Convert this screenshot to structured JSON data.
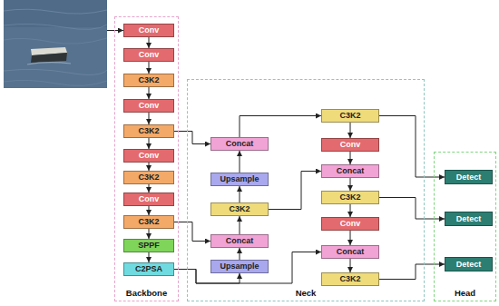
{
  "diagram": {
    "nodes": [
      {
        "text": [
          "Backbone"
        ]
      },
      {
        "text": [
          "Conv"
        ],
        "in": 0
      },
      {
        "text": [
          "Conv"
        ],
        "in": 0
      },
      {
        "text": [
          "C3K2"
        ],
        "in": 0
      },
      {
        "text": [
          "Conv"
        ],
        "in": 0
      },
      {
        "text": [
          "C3K2"
        ],
        "in": 0
      },
      {
        "text": [
          "Conv"
        ],
        "in": 0
      },
      {
        "text": [
          "C3K2"
        ],
        "in": 0
      },
      {
        "text": [
          "Conv"
        ],
        "in": 0
      },
      {
        "text": [
          "C3K2"
        ],
        "in": 0
      },
      {
        "text": [
          "SPPF"
        ],
        "in": 0
      },
      {
        "text": [
          "C2PSA"
        ],
        "in": 0
      },
      {
        "text": [
          "Neck"
        ]
      },
      {
        "text": [
          "Concat"
        ],
        "in": 12
      },
      {
        "text": [
          "Upsample"
        ],
        "in": 12
      },
      {
        "text": [
          "C3K2"
        ],
        "in": 12
      },
      {
        "text": [
          "Concat"
        ],
        "in": 12
      },
      {
        "text": [
          "Upsample"
        ],
        "in": 12
      },
      {
        "text": [
          "C3K2"
        ],
        "in": 12
      },
      {
        "text": [
          "Conv"
        ],
        "in": 12
      },
      {
        "text": [
          "Concat"
        ],
        "in": 12
      },
      {
        "text": [
          "C3K2"
        ],
        "in": 12
      },
      {
        "text": [
          "Conv"
        ],
        "in": 12
      },
      {
        "text": [
          "Concat"
        ],
        "in": 12
      },
      {
        "text": [
          "C3K2"
        ],
        "in": 12
      },
      {
        "text": [
          "Head"
        ]
      },
      {
        "text": [
          "Detect"
        ],
        "in": 25
      },
      {
        "text": [
          "Detect"
        ],
        "in": 25
      },
      {
        "text": [
          "Detect"
        ],
        "in": 25
      }
    ],
    "edges": [
      {
        "from": 1,
        "to": 2,
        "arrow": "to"
      },
      {
        "from": 2,
        "to": 3,
        "arrow": "to"
      },
      {
        "from": 3,
        "to": 4,
        "arrow": "to"
      },
      {
        "from": 4,
        "to": 5,
        "arrow": "to"
      },
      {
        "from": 5,
        "to": 6,
        "arrow": "to"
      },
      {
        "from": 6,
        "to": 7,
        "arrow": "to"
      },
      {
        "from": 7,
        "to": 8,
        "arrow": "to"
      },
      {
        "from": 8,
        "to": 9,
        "arrow": "to"
      },
      {
        "from": 9,
        "to": 10,
        "arrow": "to"
      },
      {
        "from": 10,
        "to": 11,
        "arrow": "to"
      },
      {
        "from": 5,
        "to": 13,
        "arrow": "to"
      },
      {
        "from": 9,
        "to": 16,
        "arrow": "to"
      },
      {
        "from": 11,
        "to": 17,
        "arrow": "to"
      },
      {
        "from": 11,
        "to": 23,
        "arrow": "to"
      },
      {
        "from": 17,
        "to": 16,
        "arrow": "to"
      },
      {
        "from": 16,
        "to": 15,
        "arrow": "to"
      },
      {
        "from": 15,
        "to": 14,
        "arrow": "to"
      },
      {
        "from": 14,
        "to": 13,
        "arrow": "to"
      },
      {
        "from": 13,
        "to": 18,
        "arrow": "to"
      },
      {
        "from": 18,
        "to": 19,
        "arrow": "to"
      },
      {
        "from": 18,
        "to": 26,
        "arrow": "to"
      },
      {
        "from": 19,
        "to": 20,
        "arrow": "to"
      },
      {
        "from": 15,
        "to": 20,
        "arrow": "to"
      },
      {
        "from": 20,
        "to": 21,
        "arrow": "to"
      },
      {
        "from": 21,
        "to": 27,
        "arrow": "to"
      },
      {
        "from": 21,
        "to": 22,
        "arrow": "to"
      },
      {
        "from": 22,
        "to": 23,
        "arrow": "to"
      },
      {
        "from": 23,
        "to": 24,
        "arrow": "to"
      },
      {
        "from": 24,
        "to": 28,
        "arrow": "to"
      }
    ]
  }
}
